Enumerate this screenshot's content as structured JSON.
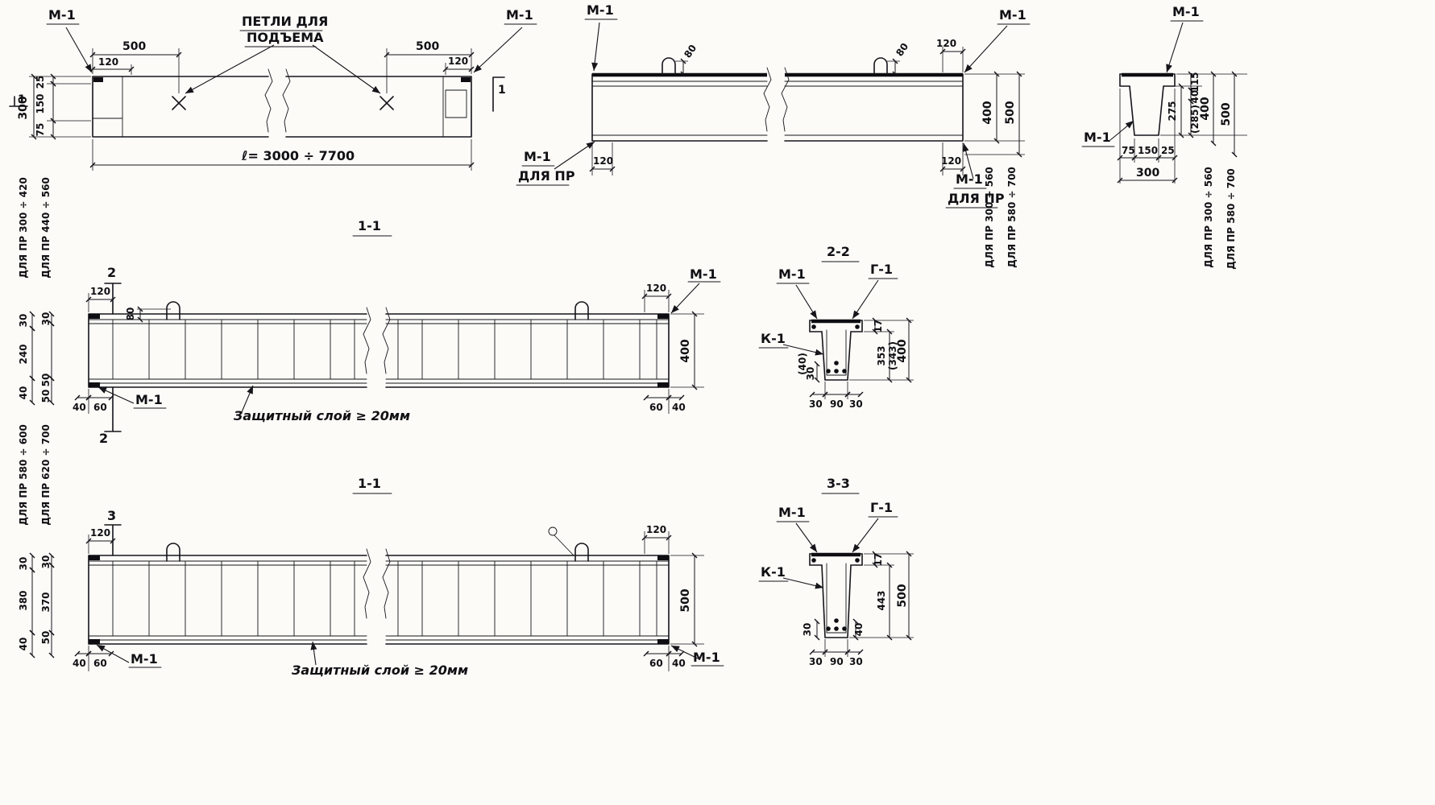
{
  "labels": {
    "m1": "М-1",
    "g1": "Г-1",
    "k1": "К-1",
    "dlya_pr": "ДЛЯ ПР",
    "lift_loops_line1": "ПЕТЛИ ДЛЯ",
    "lift_loops_line2": "ПОДЪЕМА",
    "cover_note": "Защитный  слой ≥ 20мм",
    "range_300_560": "ДЛЯ ПР 300 ÷ 560",
    "range_580_700": "ДЛЯ ПР 580 ÷ 700",
    "range_300_420": "ДЛЯ ПР 300 ÷ 420",
    "range_440_560": "ДЛЯ ПР 440 ÷ 560",
    "range_580_600": "ДЛЯ ПР 580 ÷ 600",
    "range_620_700": "ДЛЯ ПР 620 ÷ 700"
  },
  "sections": {
    "s11": "1-1",
    "s22": "2-2",
    "s33": "3-3",
    "mark1": "1",
    "mark2": "2",
    "mark3": "3"
  },
  "plan": {
    "d500": "500",
    "d120": "120",
    "length": "ℓ= 3000 ÷ 7700",
    "d25": "25",
    "d150": "150",
    "d300": "300",
    "d75": "75"
  },
  "elev": {
    "d80": "80",
    "d120": "120",
    "d400": "400",
    "d500": "500"
  },
  "xsec": {
    "d115": "115",
    "d40": "40",
    "d285": "(285)",
    "d275": "275",
    "d400": "400",
    "d500": "500",
    "d75": "75",
    "d150": "150",
    "d25": "25",
    "d300": "300"
  },
  "s11a": {
    "d120": "120",
    "d80": "80",
    "d400": "400",
    "d30": "30",
    "d240": "240",
    "d50": "50",
    "d40": "40",
    "d60": "60"
  },
  "s22": {
    "d17": "17",
    "d353": "353",
    "d343": "(343)",
    "d400": "400",
    "d40p": "(40)",
    "d30": "30",
    "d90": "90"
  },
  "s11b": {
    "d120": "120",
    "d500": "500",
    "d30": "30",
    "d380": "380",
    "d370": "370",
    "d50": "50",
    "d40": "40",
    "d60": "60"
  },
  "s33": {
    "d17": "17",
    "d443": "443",
    "d500": "500",
    "d30": "30",
    "d90": "90",
    "d40": "40"
  }
}
